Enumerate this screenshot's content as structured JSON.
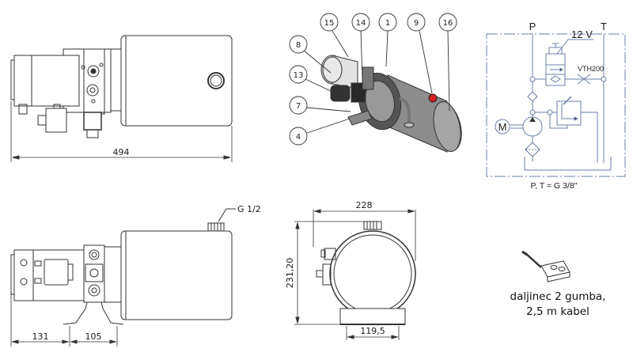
{
  "top_view": {
    "overall_length": "494"
  },
  "iso_view": {
    "balloons": [
      "15",
      "14",
      "1",
      "9",
      "16",
      "8",
      "13",
      "7",
      "4"
    ]
  },
  "schematic": {
    "port_p": "P",
    "port_t": "T",
    "voltage": "12 V",
    "throttle": "VTH200",
    "motor": "M",
    "ports_note": "P, T = G 3/8\"",
    "line_color": "#6a7fa8"
  },
  "side_view": {
    "filler_thread": "G 1/2",
    "dim_left": "131",
    "dim_mount": "105"
  },
  "end_view": {
    "width": "228",
    "height": "231,20",
    "foot_width": "119,5"
  },
  "remote": {
    "caption_line1": "daljinec 2 gumba,",
    "caption_line2": "2,5 m kabel"
  }
}
